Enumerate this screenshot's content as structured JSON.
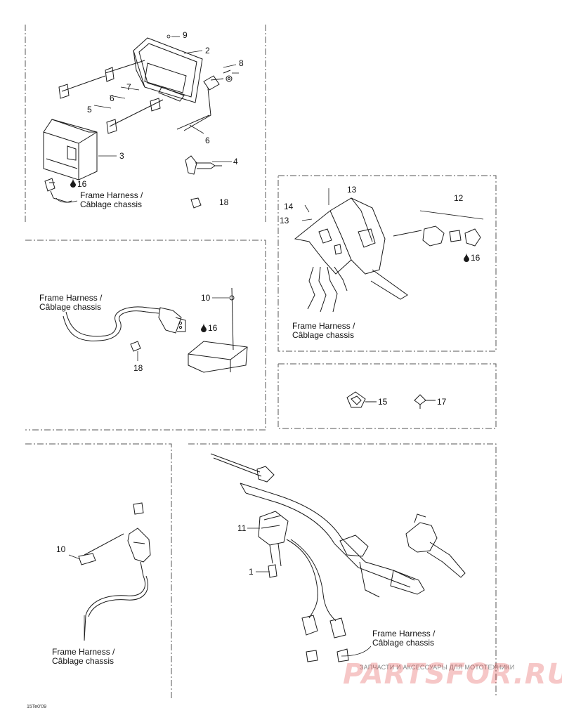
{
  "callouts": {
    "n1": "1",
    "n2": "2",
    "n3": "3",
    "n4": "4",
    "n5": "5",
    "n6a": "6",
    "n6b": "6",
    "n7": "7",
    "n8": "8",
    "n9": "9",
    "n10a": "10",
    "n10b": "10",
    "n11": "11",
    "n12": "12",
    "n13a": "13",
    "n13b": "13",
    "n14": "14",
    "n15": "15",
    "n16a": "16",
    "n16b": "16",
    "n16c": "16",
    "n17": "17",
    "n18a": "18",
    "n18b": "18"
  },
  "harness_label_line1": "Frame Harness /",
  "harness_label_line2": "Câblage chassis",
  "drawing_code": "15Te0'09",
  "watermark": {
    "tagline": "ЗАПЧАСТИ И АКСЕССУАРЫ ДЛЯ МОТОТЕХНИКИ",
    "logo": "PARTSFOR.RU"
  },
  "colors": {
    "line": "#1a1a1a",
    "frame": "#555555",
    "watermark_red": "#e23a3a"
  },
  "icons": [
    "drop-icon",
    "headlight-housing-icon",
    "bulb-icon",
    "handlebar-icon",
    "switch-icon",
    "connector-icon"
  ]
}
